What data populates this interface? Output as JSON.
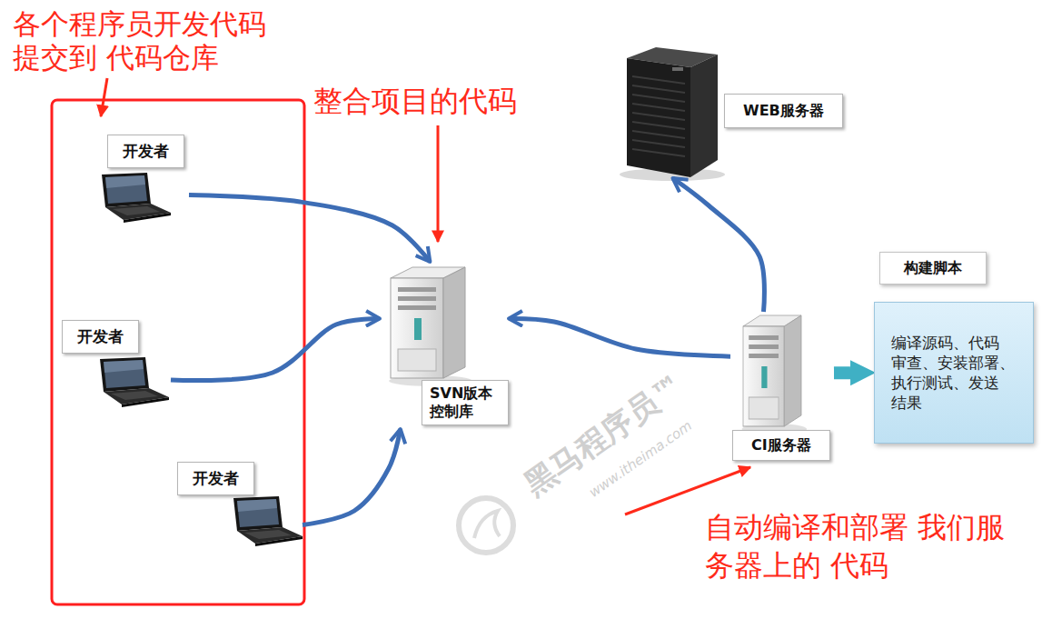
{
  "diagram": {
    "nodes": [
      {
        "text": [
          "开发者"
        ]
      },
      {
        "text": [
          "开发者"
        ]
      },
      {
        "text": [
          "开发者"
        ]
      },
      {
        "text": [
          "SVN版本 控制库"
        ]
      },
      {
        "text": [
          "WEB服务器"
        ]
      },
      {
        "text": [
          "CI服务器"
        ]
      },
      {
        "text": [
          "构建脚本"
        ]
      },
      {
        "text": [
          "编译源码、代码 审查、安装部署、 执行测试、发送 结果"
        ]
      }
    ],
    "edges": [
      {
        "from": 0,
        "to": 3,
        "arrow": "to"
      },
      {
        "from": 1,
        "to": 3,
        "arrow": "to"
      },
      {
        "from": 2,
        "to": 3,
        "arrow": "to"
      },
      {
        "from": 5,
        "to": 3,
        "arrow": "to"
      },
      {
        "from": 5,
        "to": 4,
        "arrow": "to"
      },
      {
        "from": 5,
        "to": 7,
        "arrow": "to"
      }
    ],
    "labels": [
      "各个程序员开发代码 提交到 代码仓库",
      "整合项目的代码",
      "自动编译和部署 我们服 务器上的 代码",
      "黑马程序员™",
      "www.itheima.com"
    ]
  }
}
